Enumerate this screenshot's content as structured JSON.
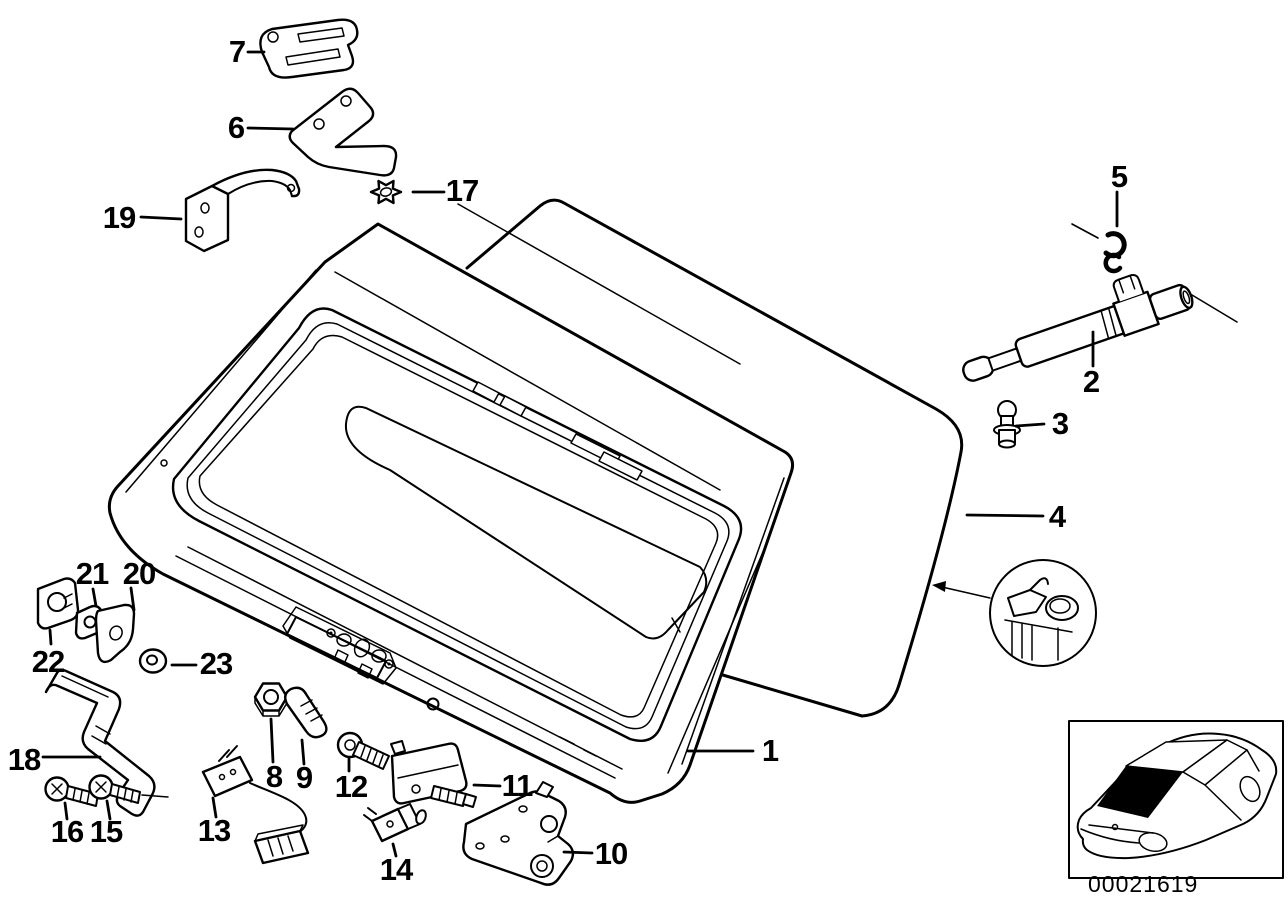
{
  "diagram": {
    "image_id": "00021619",
    "colors": {
      "line": "#000000",
      "background": "#ffffff"
    },
    "callouts": [
      "1",
      "2",
      "3",
      "4",
      "5",
      "6",
      "7",
      "8",
      "9",
      "10",
      "11",
      "12",
      "13",
      "14",
      "15",
      "16",
      "17",
      "18",
      "19",
      "20",
      "21",
      "22",
      "23"
    ]
  }
}
